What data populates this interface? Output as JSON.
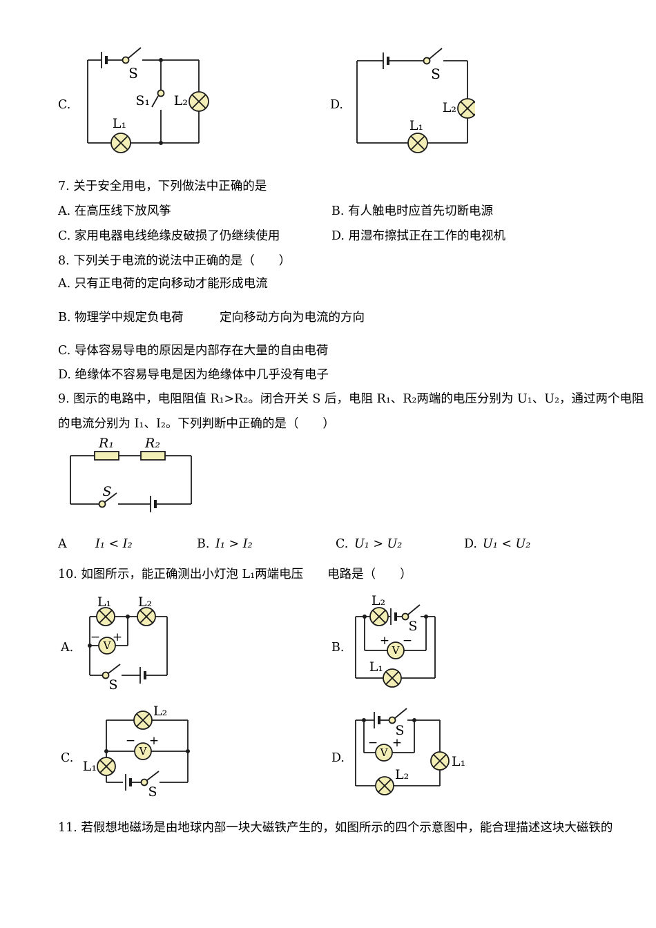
{
  "colors": {
    "page_bg": "#ffffff",
    "ink": "#000000",
    "wire": "#1c1c1c",
    "component_fill": "#f3eeb5"
  },
  "q6": {
    "option_c_label": "C.",
    "option_d_label": "D.",
    "circuit_c": {
      "s": "S",
      "s1": "S₁",
      "l1": "L₁",
      "l2": "L₂"
    },
    "circuit_d": {
      "s": "S",
      "l1": "L₁",
      "l2": "L₂"
    }
  },
  "q7": {
    "stem": "7. 关于安全用电，下列做法中正确的是",
    "option_a": "A. 在高压线下放风筝",
    "option_b": "B. 有人触电时应首先切断电源",
    "option_c": "C. 家用电器电线绝缘皮破损了仍继续使用",
    "option_d": "D. 用湿布擦拭正在工作的电视机"
  },
  "q8": {
    "stem": "8. 下列关于电流的说法中正确的是（　　）",
    "option_a": "A. 只有正电荷的定向移动才能形成电流",
    "option_b": "B. 物理学中规定负电荷　　　定向移动方向为电流的方向",
    "option_c": "C. 导体容易导电的原因是内部存在大量的自由电荷",
    "option_d": "D. 绝缘体不容易导电是因为绝缘体中几乎没有电子"
  },
  "q9": {
    "stem_line1": "9. 图示的电路中，电阻阻值 R₁>R₂。闭合开关 S 后，电阻 R₁、R₂两端的电压分别为 U₁、U₂，通过两个电阻",
    "stem_line2": "的电流分别为 I₁、I₂。下列判断中正确的是（　　）",
    "circuit": {
      "r1": "R₁",
      "r2": "R₂",
      "s": "S"
    },
    "options": {
      "a_label": "A",
      "a_formula": "I₁ < I₂",
      "b_label": "B.",
      "b_formula": "I₁ > I₂",
      "c_label": "C.",
      "c_formula": "U₁ > U₂",
      "d_label": "D.",
      "d_formula": "U₁ < U₂"
    }
  },
  "q10": {
    "stem": "10. 如图所示，能正确测出小灯泡 L₁两端电压　　电路是（　　）",
    "option_a_label": "A.",
    "option_b_label": "B.",
    "option_c_label": "C.",
    "option_d_label": "D.",
    "circuit_a": {
      "l1": "L₁",
      "l2": "L₂",
      "s": "S",
      "v": "V",
      "plus": "+",
      "minus": "−"
    },
    "circuit_b": {
      "l1": "L₁",
      "l2": "L₂",
      "s": "S",
      "v": "V",
      "plus": "+",
      "minus": "−"
    },
    "circuit_c": {
      "l1": "L₁",
      "l2": "L₂",
      "s": "S",
      "v": "V",
      "plus": "+",
      "minus": "−"
    },
    "circuit_d": {
      "l1": "L₁",
      "l2": "L₂",
      "s": "S",
      "v": "V",
      "plus": "+",
      "minus": "−"
    }
  },
  "q11": {
    "stem": "11. 若假想地磁场是由地球内部一块大磁铁产生的，如图所示的四个示意图中，能合理描述这块大磁铁的"
  }
}
